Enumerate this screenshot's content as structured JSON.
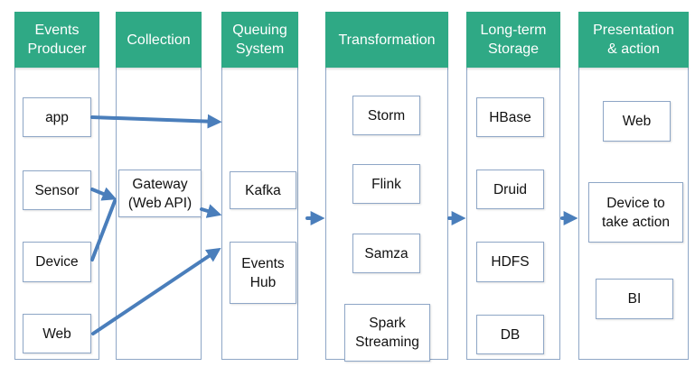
{
  "diagram": {
    "type": "streaming-data-pipeline",
    "colors": {
      "header_bg": "#2fa985",
      "header_text": "#ffffff",
      "border": "#8ea6c6",
      "arrow": "#4a7ebb"
    },
    "columns": [
      {
        "id": "events-producer",
        "title": "Events\nProducer",
        "items": [
          "app",
          "Sensor",
          "Device",
          "Web"
        ]
      },
      {
        "id": "collection",
        "title": "Collection",
        "items": [
          "Gateway\n(Web API)"
        ]
      },
      {
        "id": "queuing-system",
        "title": "Queuing\nSystem",
        "items": [
          "Kafka",
          "Events\nHub"
        ]
      },
      {
        "id": "transformation",
        "title": "Transformation",
        "items": [
          "Storm",
          "Flink",
          "Samza",
          "Spark\nStreaming"
        ]
      },
      {
        "id": "long-term-storage",
        "title": "Long-term\nStorage",
        "items": [
          "HBase",
          "Druid",
          "HDFS",
          "DB"
        ]
      },
      {
        "id": "presentation-action",
        "title": "Presentation\n& action",
        "items": [
          "Web",
          "Device to\ntake action",
          "BI"
        ]
      }
    ],
    "edges": [
      {
        "from": "app",
        "to": "Queuing System"
      },
      {
        "from": "Sensor",
        "to": "Gateway (Web API)"
      },
      {
        "from": "Device",
        "to": "Gateway (Web API)"
      },
      {
        "from": "Gateway (Web API)",
        "to": "Kafka"
      },
      {
        "from": "Web",
        "to": "Events Hub"
      },
      {
        "from": "Queuing System",
        "to": "Transformation"
      },
      {
        "from": "Transformation",
        "to": "Long-term Storage"
      },
      {
        "from": "Long-term Storage",
        "to": "Presentation & action"
      }
    ]
  }
}
